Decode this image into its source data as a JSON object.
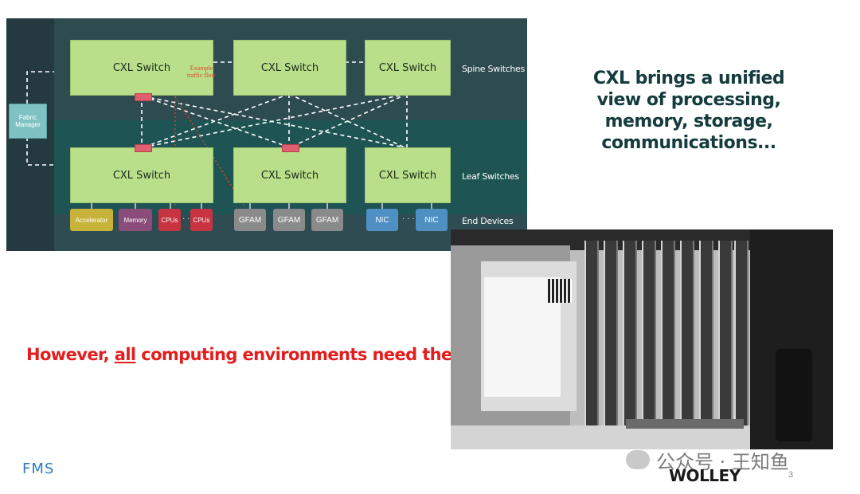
{
  "diagram": {
    "fabric_manager": "Fabric\nManager",
    "switch_label": "CXL Switch",
    "traffic_label": "Example\ntraffic flow",
    "rows": {
      "spine": "Spine Switches",
      "leaf": "Leaf Switches",
      "end": "End Devices"
    },
    "devices": [
      {
        "label": "Accelerator",
        "color": "#c7b33a"
      },
      {
        "label": "Memory",
        "color": "#8b4c7b"
      },
      {
        "label": "CPUs",
        "color": "#c7333f"
      },
      {
        "label": "CPUs",
        "color": "#c7333f"
      },
      {
        "label": "GFAM",
        "color": "#8a8a8a"
      },
      {
        "label": "GFAM",
        "color": "#8a8a8a"
      },
      {
        "label": "GFAM",
        "color": "#8a8a8a"
      },
      {
        "label": "NIC",
        "color": "#4e8fc4"
      },
      {
        "label": "NIC",
        "color": "#4e8fc4"
      }
    ],
    "ellipsis": "· ·",
    "ellipsis_nic": "· · ·"
  },
  "headline": "CXL brings a unified\nview of processing,\nmemory, storage,\ncommunications...",
  "warning": {
    "before": "However, ",
    "emph": "all",
    "after": " computing environments need these"
  },
  "watermark": {
    "text": "公众号 · 王知鱼"
  },
  "logos": {
    "wolley": "WOLLEY",
    "fms": "FMS"
  },
  "page_number": "3"
}
